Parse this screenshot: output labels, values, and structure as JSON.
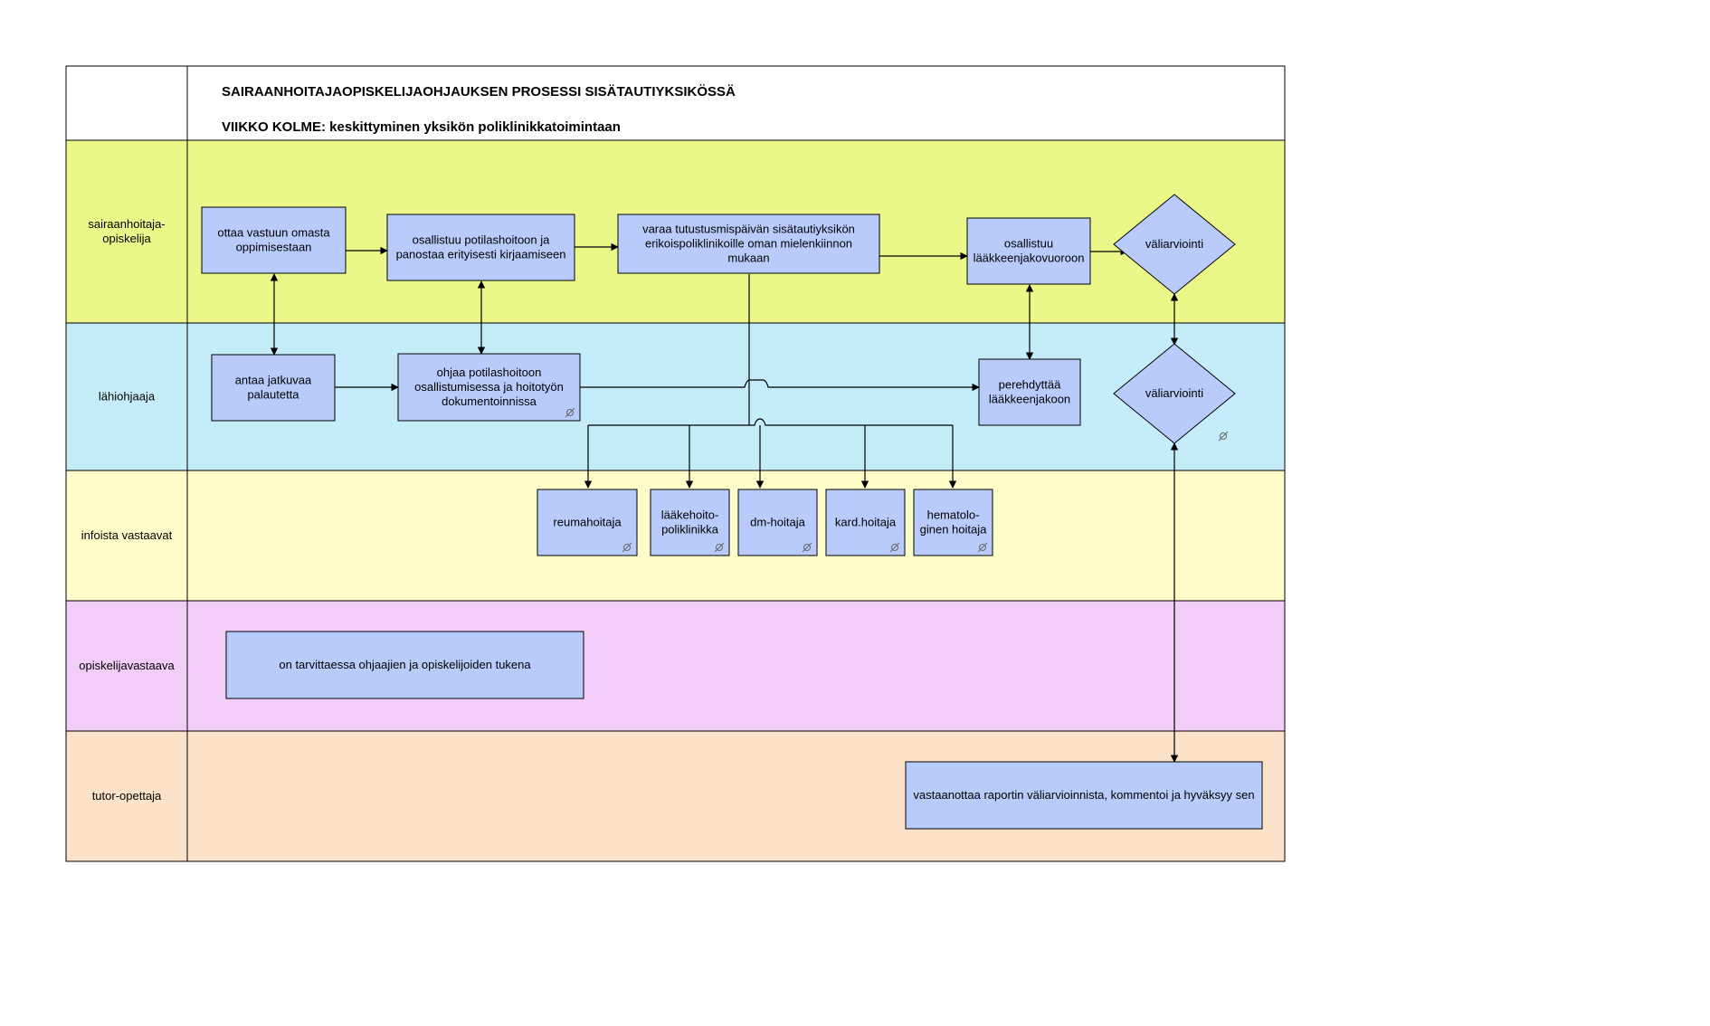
{
  "header": {
    "title": "SAIRAANHOITAJAOPISKELIJAOHJAUKSEN PROSESSI SISÄTAUTIYKSIKÖSSÄ",
    "subtitle": "VIIKKO KOLME: keskittyminen yksikön poliklinikkatoimintaan"
  },
  "lanes": [
    {
      "id": "lane1",
      "label": [
        "sairaanhoitaja-",
        "opiskelija"
      ],
      "color": "#ecf78a"
    },
    {
      "id": "lane2",
      "label": [
        "lähiohjaaja"
      ],
      "color": "#c5ecf9"
    },
    {
      "id": "lane3",
      "label": [
        "infoista vastaavat"
      ],
      "color": "#fefcc8"
    },
    {
      "id": "lane4",
      "label": [
        "opiskelijavastaava"
      ],
      "color": "#f2cdf8"
    },
    {
      "id": "lane5",
      "label": [
        "tutor-opettaja"
      ],
      "color": "#fce2c8"
    }
  ],
  "nodes": {
    "n_ottaa": [
      "ottaa vastuun omasta",
      "oppimisestaan"
    ],
    "n_osallistuu_potilas": [
      "osallistuu potilashoitoon ja",
      "panostaa erityisesti kirjaamiseen"
    ],
    "n_varaa": [
      "varaa tutustusmispäivän sisätautiyksikön",
      "erikoispoliklinikoille oman mielenkiinnon",
      "mukaan"
    ],
    "n_osallistuu_laake": [
      "osallistuu",
      "lääkkeenjakovuoroon"
    ],
    "n_valiarviointi1": [
      "väliarviointi"
    ],
    "n_antaa": [
      "antaa jatkuvaa",
      "palautetta"
    ],
    "n_ohjaa": [
      "ohjaa potilashoitoon",
      "osallistumisessa ja hoitotyön",
      "dokumentoinnissa"
    ],
    "n_perehdyttaa": [
      "perehdyttää",
      "lääkkeenjakoon"
    ],
    "n_valiarviointi2": [
      "väliarviointi"
    ],
    "n_reuma": [
      "reumahoitaja"
    ],
    "n_laakehoito": [
      "lääkehoito-",
      "poliklinikka"
    ],
    "n_dm": [
      "dm-hoitaja"
    ],
    "n_kard": [
      "kard.hoitaja"
    ],
    "n_hematolo": [
      "hematolo-",
      "ginen hoitaja"
    ],
    "n_tukena": [
      "on tarvittaessa ohjaajien ja opiskelijoiden tukena"
    ],
    "n_vastaanottaa": [
      "vastaanottaa raportin väliarvioinnista, kommentoi ja hyväksyy sen"
    ]
  },
  "colors": {
    "node_fill": "#b8cbfb",
    "node_stroke": "#000000",
    "line": "#000000"
  }
}
